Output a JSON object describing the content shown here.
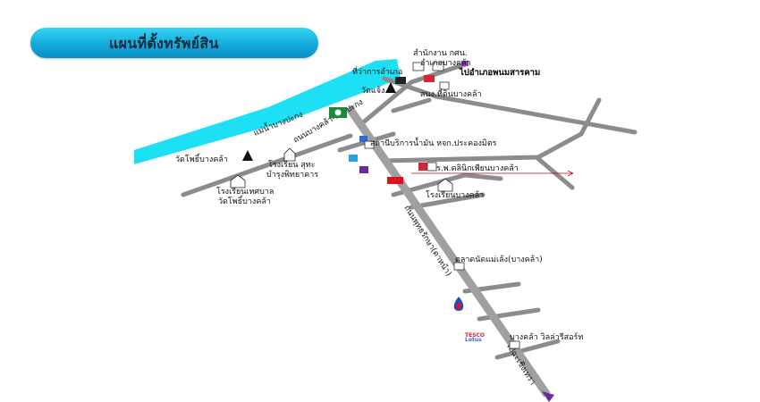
{
  "header": {
    "title": "แผนที่ตั้งทรัพย์สิน"
  },
  "colors": {
    "river": "#1ee0f5",
    "main_road": "#a0a0a0",
    "road": "#8c8c8c",
    "banner": "#16aee0",
    "arrow_red": "#c0001a",
    "route_purple": "#6a2aa0"
  },
  "river": {
    "label": "แม่น้ำบางปะกง"
  },
  "main_road": {
    "label": "ถนนพุทธรักษา(ดาหน้า)"
  },
  "side_road": {
    "label": "ถนนบางคล้า-บางปะกง"
  },
  "south_exit": {
    "label": "ไปฉะเชิงเทรา"
  },
  "places": {
    "office_kfn": {
      "line1": "สำนักงาน กศน.",
      "line2": "อำเภอบางคล้า"
    },
    "district_office": {
      "label": "ที่ว่าการอำเภอ"
    },
    "to_phanom": {
      "label": "ไปอำเภอพนมสารคาม"
    },
    "wat_chaeng": {
      "label": "วัดแจ้ง"
    },
    "land_office": {
      "label": "สนง.ที่ดินบางคล้า"
    },
    "gas_station": {
      "label": "สถานีบริการน้ำมัน หจก.ประคองมิตร"
    },
    "hospital": {
      "label": "ร.พ.คลินิกเพียนบางคล้า"
    },
    "school_bangkhla": {
      "label": "โรงเรียนบางคล้า"
    },
    "wat_pho": {
      "label": "วัดโพธิ์บางคล้า"
    },
    "school_sutha": {
      "line1": "โรงเรียน สุทะ",
      "line2": "บำรุงพิทยาคาร"
    },
    "school_tesaban": {
      "line1": "โรงเรียนเทศบาล",
      "line2": "วัดโพธิ์บางคล้า"
    },
    "market": {
      "label": "ตลาดนัดแม่เล้ง(บางคล้า)"
    },
    "tesco": {
      "line1": "TESCO",
      "line2": "Lotus"
    },
    "resort": {
      "label": "บางคล้า วิลล่ารีสอร์ท"
    }
  }
}
